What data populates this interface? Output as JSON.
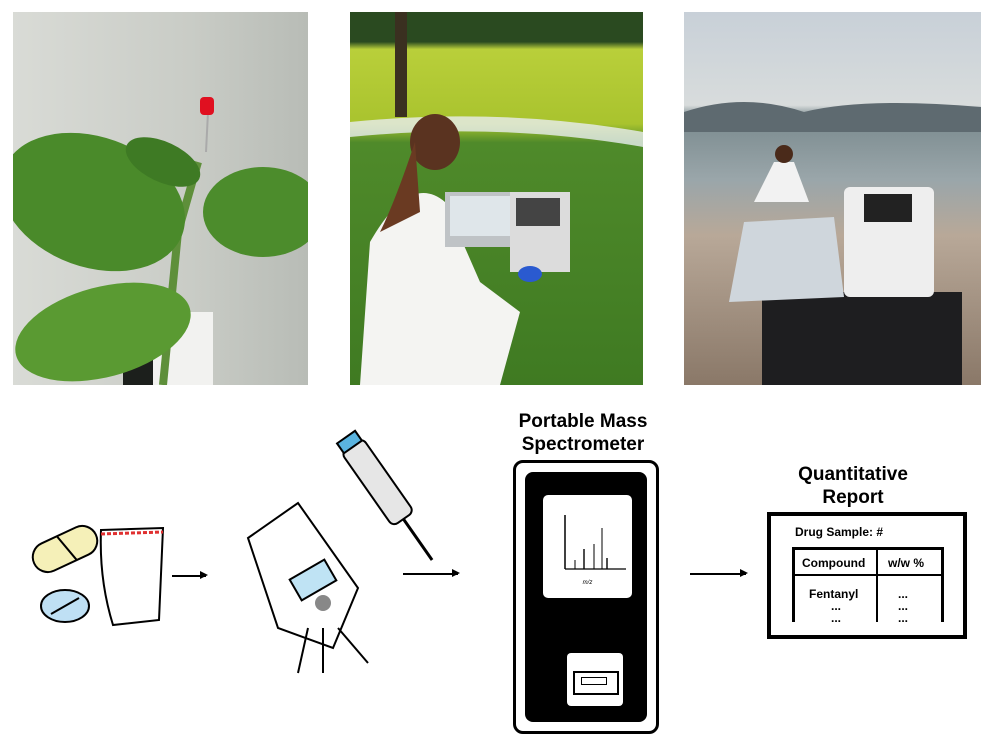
{
  "photos": [
    {
      "label": "plant-photo"
    },
    {
      "label": "lakeside-field-testing-photo"
    },
    {
      "label": "beach-field-testing-photo"
    }
  ],
  "workflow": {
    "spectrometer_title_line1": "Portable Mass",
    "spectrometer_title_line2": "Spectrometer",
    "spectrum_xlabel": "m/z",
    "report_title_line1": "Quantitative",
    "report_title_line2": "Report",
    "report": {
      "sample_label": "Drug Sample: #",
      "columns": [
        "Compound",
        "w/w %"
      ],
      "rows": [
        [
          "Fentanyl",
          "..."
        ],
        [
          "...",
          "..."
        ],
        [
          "...",
          "..."
        ]
      ]
    }
  }
}
